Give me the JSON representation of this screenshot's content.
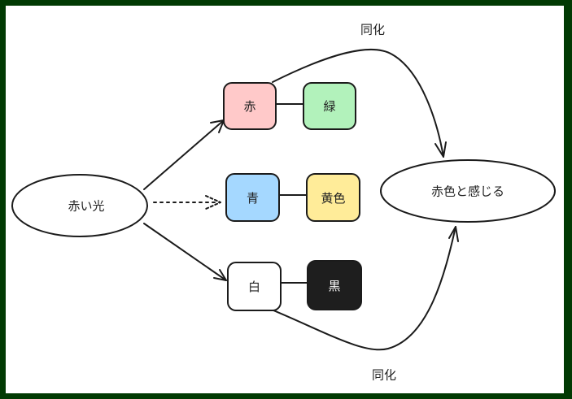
{
  "diagram": {
    "source": {
      "label": "赤い光"
    },
    "target": {
      "label": "赤色と感じる"
    },
    "pairs": [
      {
        "left": {
          "label": "赤",
          "color": "#ffc9c9"
        },
        "right": {
          "label": "緑",
          "color": "#b2f2bb"
        }
      },
      {
        "left": {
          "label": "青",
          "color": "#a5d8ff"
        },
        "right": {
          "label": "黄色",
          "color": "#ffec99"
        }
      },
      {
        "left": {
          "label": "白",
          "color": "#ffffff"
        },
        "right": {
          "label": "黒",
          "color": "#1e1e1e"
        }
      }
    ],
    "edge_labels": {
      "top": "同化",
      "bottom": "同化"
    },
    "colors": {
      "frame": "#013a03",
      "stroke": "#1b1b1b"
    }
  }
}
